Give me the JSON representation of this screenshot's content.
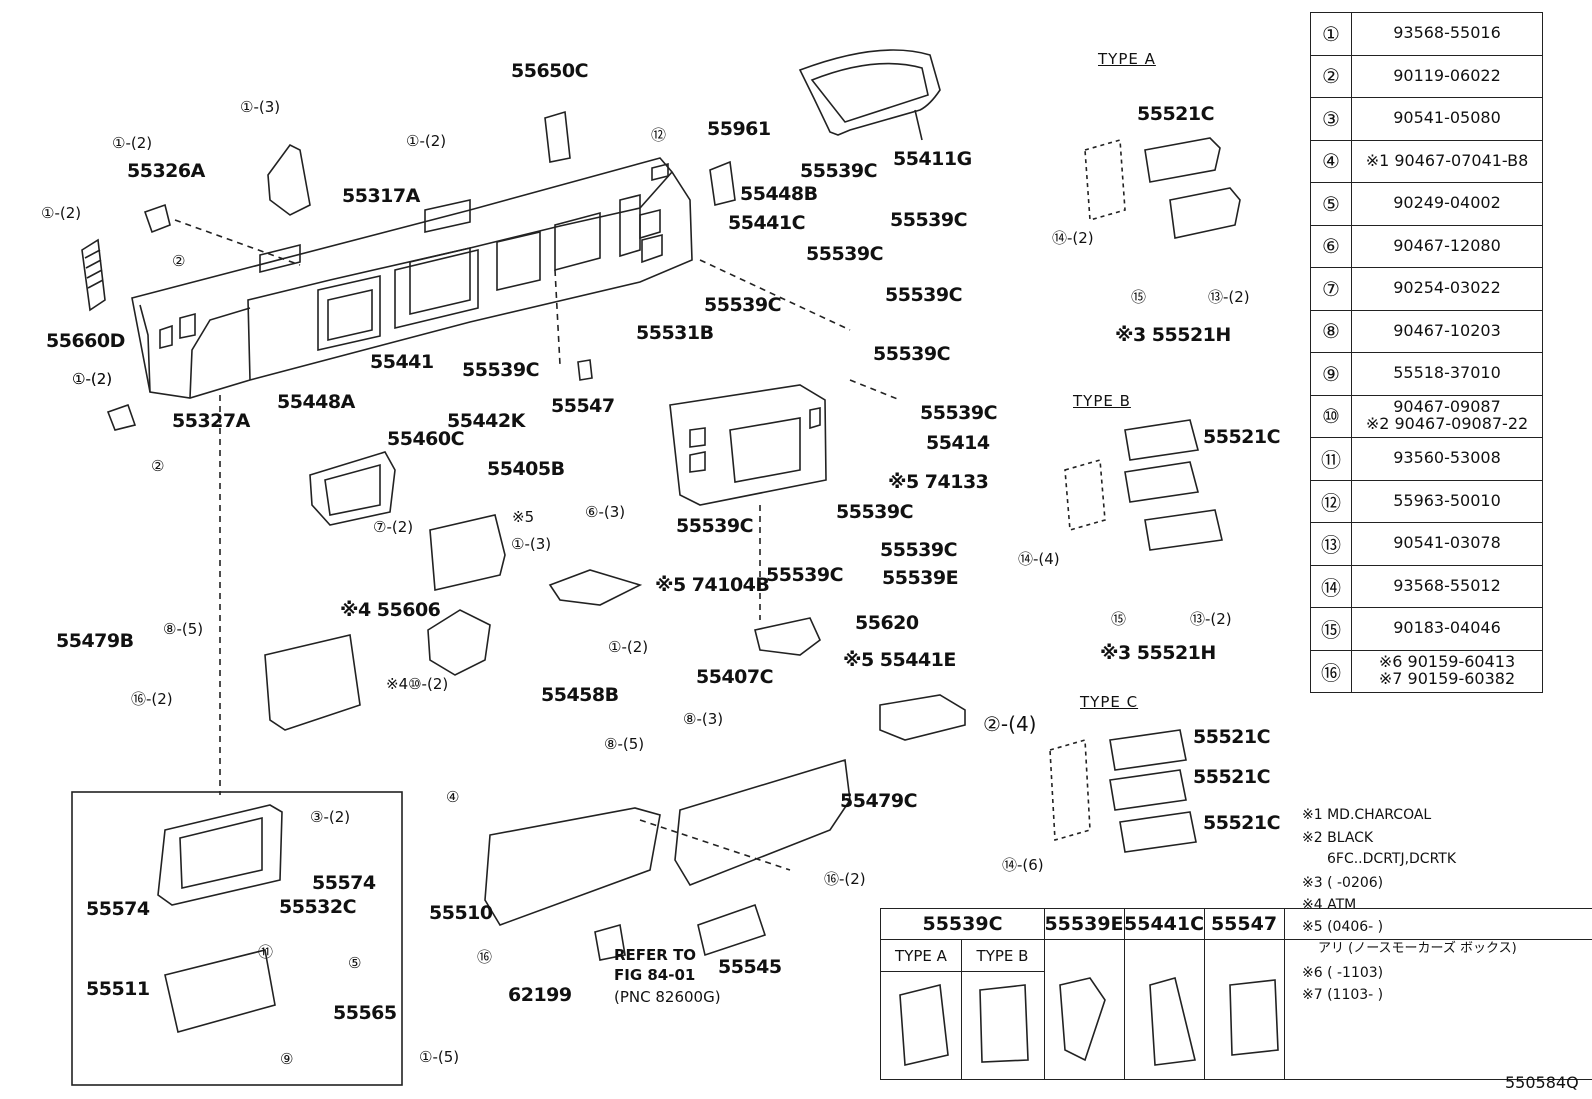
{
  "diagram_code": "550584Q",
  "parts_table": [
    {
      "no": "①",
      "part": "93568-55016"
    },
    {
      "no": "②",
      "part": "90119-06022"
    },
    {
      "no": "③",
      "part": "90541-05080"
    },
    {
      "no": "④",
      "part": "※1 90467-07041-B8"
    },
    {
      "no": "⑤",
      "part": "90249-04002"
    },
    {
      "no": "⑥",
      "part": "90467-12080"
    },
    {
      "no": "⑦",
      "part": "90254-03022"
    },
    {
      "no": "⑧",
      "part": "90467-10203"
    },
    {
      "no": "⑨",
      "part": "55518-37010"
    },
    {
      "no": "⑩",
      "part": "90467-09087",
      "part2": "※2 90467-09087-22"
    },
    {
      "no": "⑪",
      "part": "93560-53008"
    },
    {
      "no": "⑫",
      "part": "55963-50010"
    },
    {
      "no": "⑬",
      "part": "90541-03078"
    },
    {
      "no": "⑭",
      "part": "93568-55012"
    },
    {
      "no": "⑮",
      "part": "90183-04046"
    },
    {
      "no": "⑯",
      "part": "※6 90159-60413",
      "part2": "※7 90159-60382"
    }
  ],
  "type_headers": {
    "a": "TYPE A",
    "b": "TYPE B",
    "c": "TYPE C"
  },
  "notes": [
    "※1 MD.CHARCOAL",
    "※2 BLACK",
    "6FC..DCRTJ,DCRTK",
    "※3 (      -0206)",
    "※4 ATM",
    "※5 (0406-      )",
    "アリ (ノースモーカーズ ボックス)",
    "※6 (      -1103)",
    "※7 (1103-      )"
  ],
  "legend": {
    "col1": "55539C",
    "col1_sub_a": "TYPE A",
    "col1_sub_b": "TYPE B",
    "col2": "55539E",
    "col3": "55441C",
    "col4": "55547"
  },
  "refer": {
    "line1": "REFER TO",
    "line2": "FIG 84-01",
    "line3": "(PNC 82600G)"
  },
  "labels": {
    "l55650C": "55650C",
    "l55961": "55961",
    "l55411G": "55411G",
    "l55317A": "55317A",
    "l55326A": "55326A",
    "l55660D": "55660D",
    "l55327A": "55327A",
    "l55448B": "55448B",
    "l55539C_1": "55539C",
    "l55441C": "55441C",
    "l55539C_2": "55539C",
    "l55539C_3": "55539C",
    "l55539C_4": "55539C",
    "l55539C_5": "55539C",
    "l55531B": "55531B",
    "l55441": "55441",
    "l55448A": "55448A",
    "l55460C": "55460C",
    "l55442K": "55442K",
    "l55539C_6": "55539C",
    "l55547": "55547",
    "l55539C_7": "55539C",
    "l55539C_8": "55539C",
    "l55414": "55414",
    "l55405B": "55405B",
    "l74133": "※5 74133",
    "l55539C_9": "55539C",
    "l55539C_10": "55539C",
    "l55539C_11": "55539C",
    "l55539C_12": "55539C",
    "l55539E": "55539E",
    "l74104B": "※5 74104B",
    "l55606": "※4 55606",
    "l55620": "55620",
    "l55479B": "55479B",
    "l55441E": "※5 55441E",
    "l55458B": "55458B",
    "l55407C": "55407C",
    "l55479C": "55479C",
    "l55574a": "55574",
    "l55574b": "55574",
    "l55532C": "55532C",
    "l55510": "55510",
    "l55511": "55511",
    "l55565": "55565",
    "l62199": "62199",
    "l55545": "55545",
    "l55521C_a": "55521C",
    "l55521H_a": "※3 55521H",
    "l55521C_b": "55521C",
    "l55521H_b": "※3 55521H",
    "l55521C_c1": "55521C",
    "l55521C_c2": "55521C",
    "l55521C_c3": "55521C"
  },
  "callouts": {
    "c1": "①-(3)",
    "c2": "①-(2)",
    "c3": "①-(2)",
    "c4": "②",
    "c5": "①-(2)",
    "c6": "①-(2)",
    "c7": "⑫",
    "c8": "①-(2)",
    "c9": "②",
    "c10": "⑥-(3)",
    "c11": "⑦-(2)",
    "c12": "※5",
    "c13": "①-(3)",
    "c14": "⑧-(5)",
    "c15": "⑯-(2)",
    "c16": "※4⑩-(2)",
    "c17": "①-(2)",
    "c18": "④",
    "c19": "⑧-(5)",
    "c20": "⑧-(3)",
    "c21": "⑯-(2)",
    "c22": "③-(2)",
    "c23": "⑪",
    "c24": "⑤",
    "c25": "⑨",
    "c26": "⑯",
    "c27": "①-(5)",
    "c28": "⑭-(2)",
    "c29": "⑮",
    "c30": "⑬-(2)",
    "c31": "⑭-(4)",
    "c32": "⑮",
    "c33": "⑬-(2)",
    "c34": "②-(4)",
    "c35": "⑭-(6)"
  }
}
